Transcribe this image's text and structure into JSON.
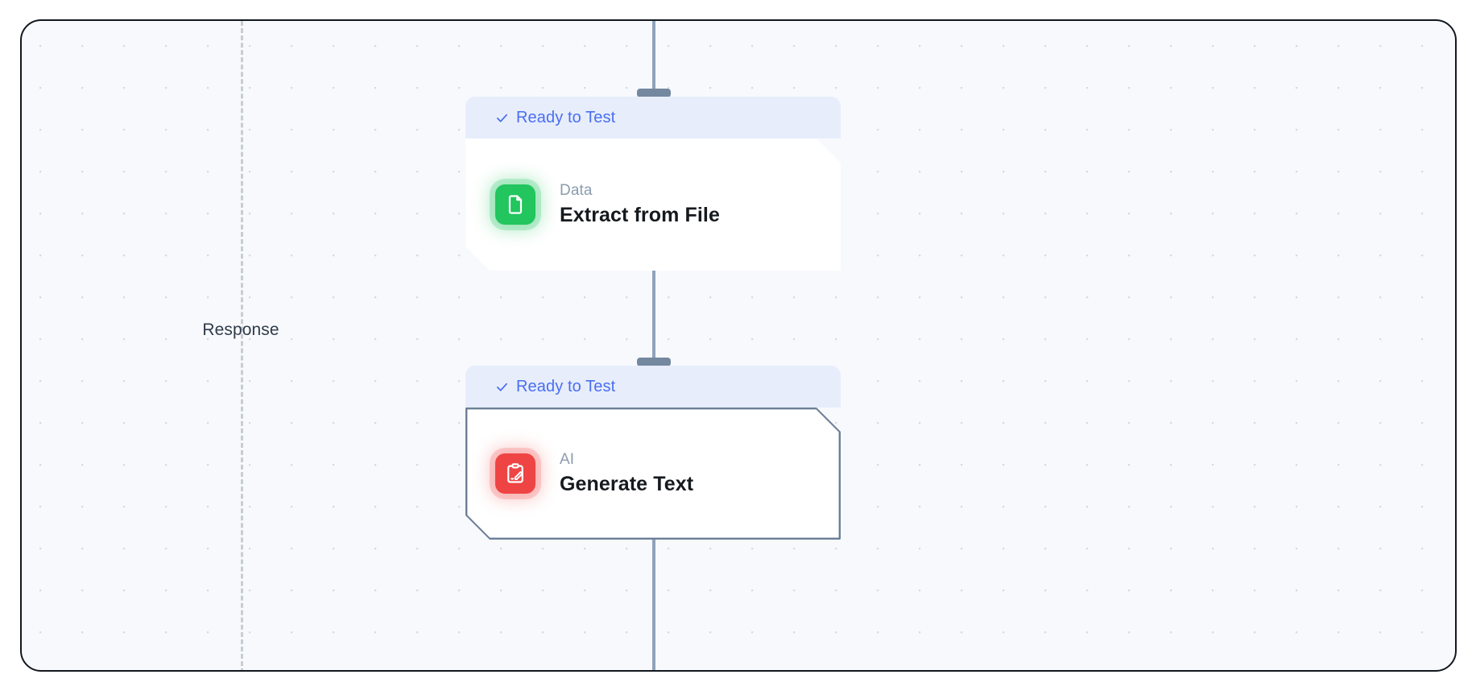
{
  "canvas": {
    "background_color": "#f7f9fc",
    "grid": "dot-grid",
    "lane_divider_label": "Response"
  },
  "theme": {
    "accent_blue": "#4a6ef0",
    "header_bg": "#e7edfb",
    "connector": "#8fa3ba",
    "handle": "#74889f",
    "node_border_selected": "#6b7f96",
    "data_icon_color": "#22c55e",
    "ai_icon_color": "#ef4444",
    "title_color": "#16191d",
    "category_color": "#8b9cad"
  },
  "nodes": [
    {
      "id": "extract-from-file",
      "status_label": "Ready to Test",
      "status_icon": "check-icon",
      "category": "Data",
      "title": "Extract from File",
      "icon_name": "file-document-icon",
      "icon_color": "#22c55e",
      "selected": false
    },
    {
      "id": "generate-text",
      "status_label": "Ready to Test",
      "status_icon": "check-icon",
      "category": "AI",
      "title": "Generate Text",
      "icon_name": "clipboard-pencil-icon",
      "icon_color": "#ef4444",
      "selected": true
    }
  ],
  "connectors": [
    {
      "id": "conn-top",
      "from": "canvas-top",
      "to": "extract-from-file"
    },
    {
      "id": "conn-middle",
      "from": "extract-from-file",
      "to": "generate-text"
    },
    {
      "id": "conn-bottom",
      "from": "generate-text",
      "to": "canvas-bottom"
    }
  ],
  "handles": [
    {
      "id": "handle-n1-in",
      "node": "extract-from-file",
      "side": "input"
    },
    {
      "id": "handle-n1-out",
      "node": "extract-from-file",
      "side": "output"
    },
    {
      "id": "handle-n2-in",
      "node": "generate-text",
      "side": "input"
    },
    {
      "id": "handle-n2-out",
      "node": "generate-text",
      "side": "output"
    }
  ]
}
